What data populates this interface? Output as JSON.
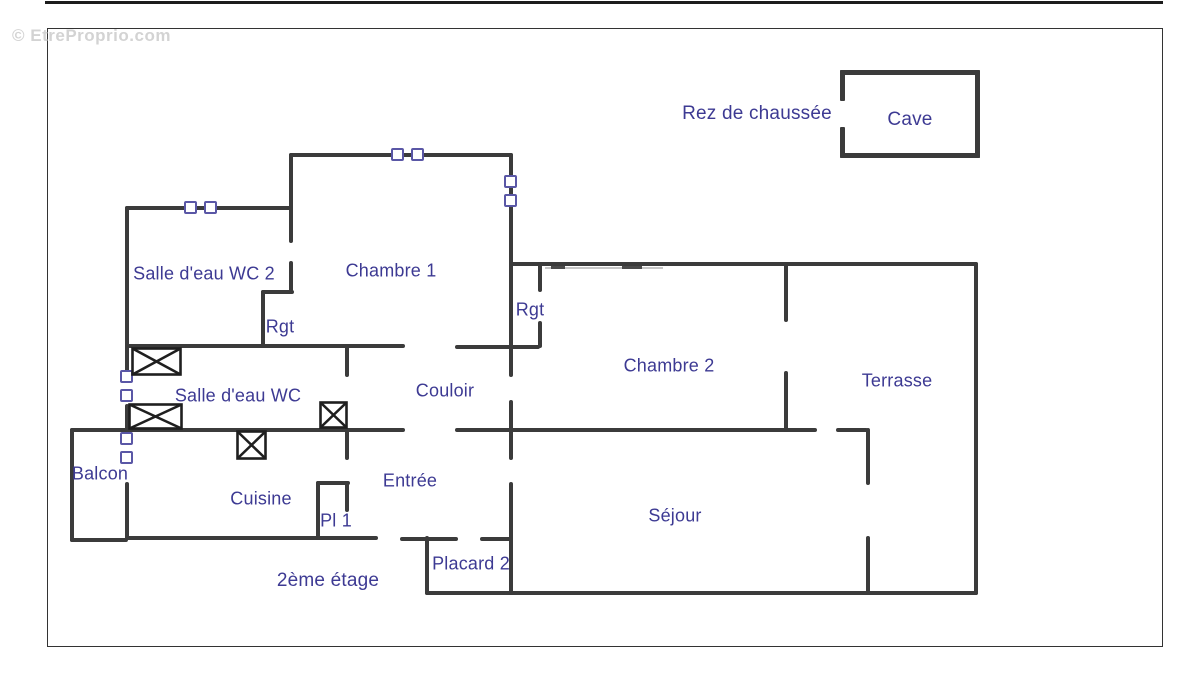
{
  "watermark": "© EtreProprio.com",
  "floor_plan": {
    "floor_labels": {
      "ground_floor": "Rez de chaussée",
      "second_floor": "2ème étage"
    },
    "rooms": {
      "cave": "Cave",
      "salle_deau_wc_2": "Salle d'eau WC 2",
      "chambre_1": "Chambre 1",
      "rgt_1": "Rgt",
      "rgt_2": "Rgt",
      "chambre_2": "Chambre 2",
      "terrasse": "Terrasse",
      "salle_deau_wc": "Salle d'eau WC",
      "couloir": "Couloir",
      "balcon": "Balcon",
      "cuisine": "Cuisine",
      "entree": "Entrée",
      "pl_1": "Pl 1",
      "sejour": "Séjour",
      "placard_2": "Placard 2"
    },
    "colors": {
      "wall": "#3b3b3b",
      "label_text": "#3d3a93",
      "window_symbol": "#5a57a6",
      "watermark": "#d3d3d3"
    }
  }
}
